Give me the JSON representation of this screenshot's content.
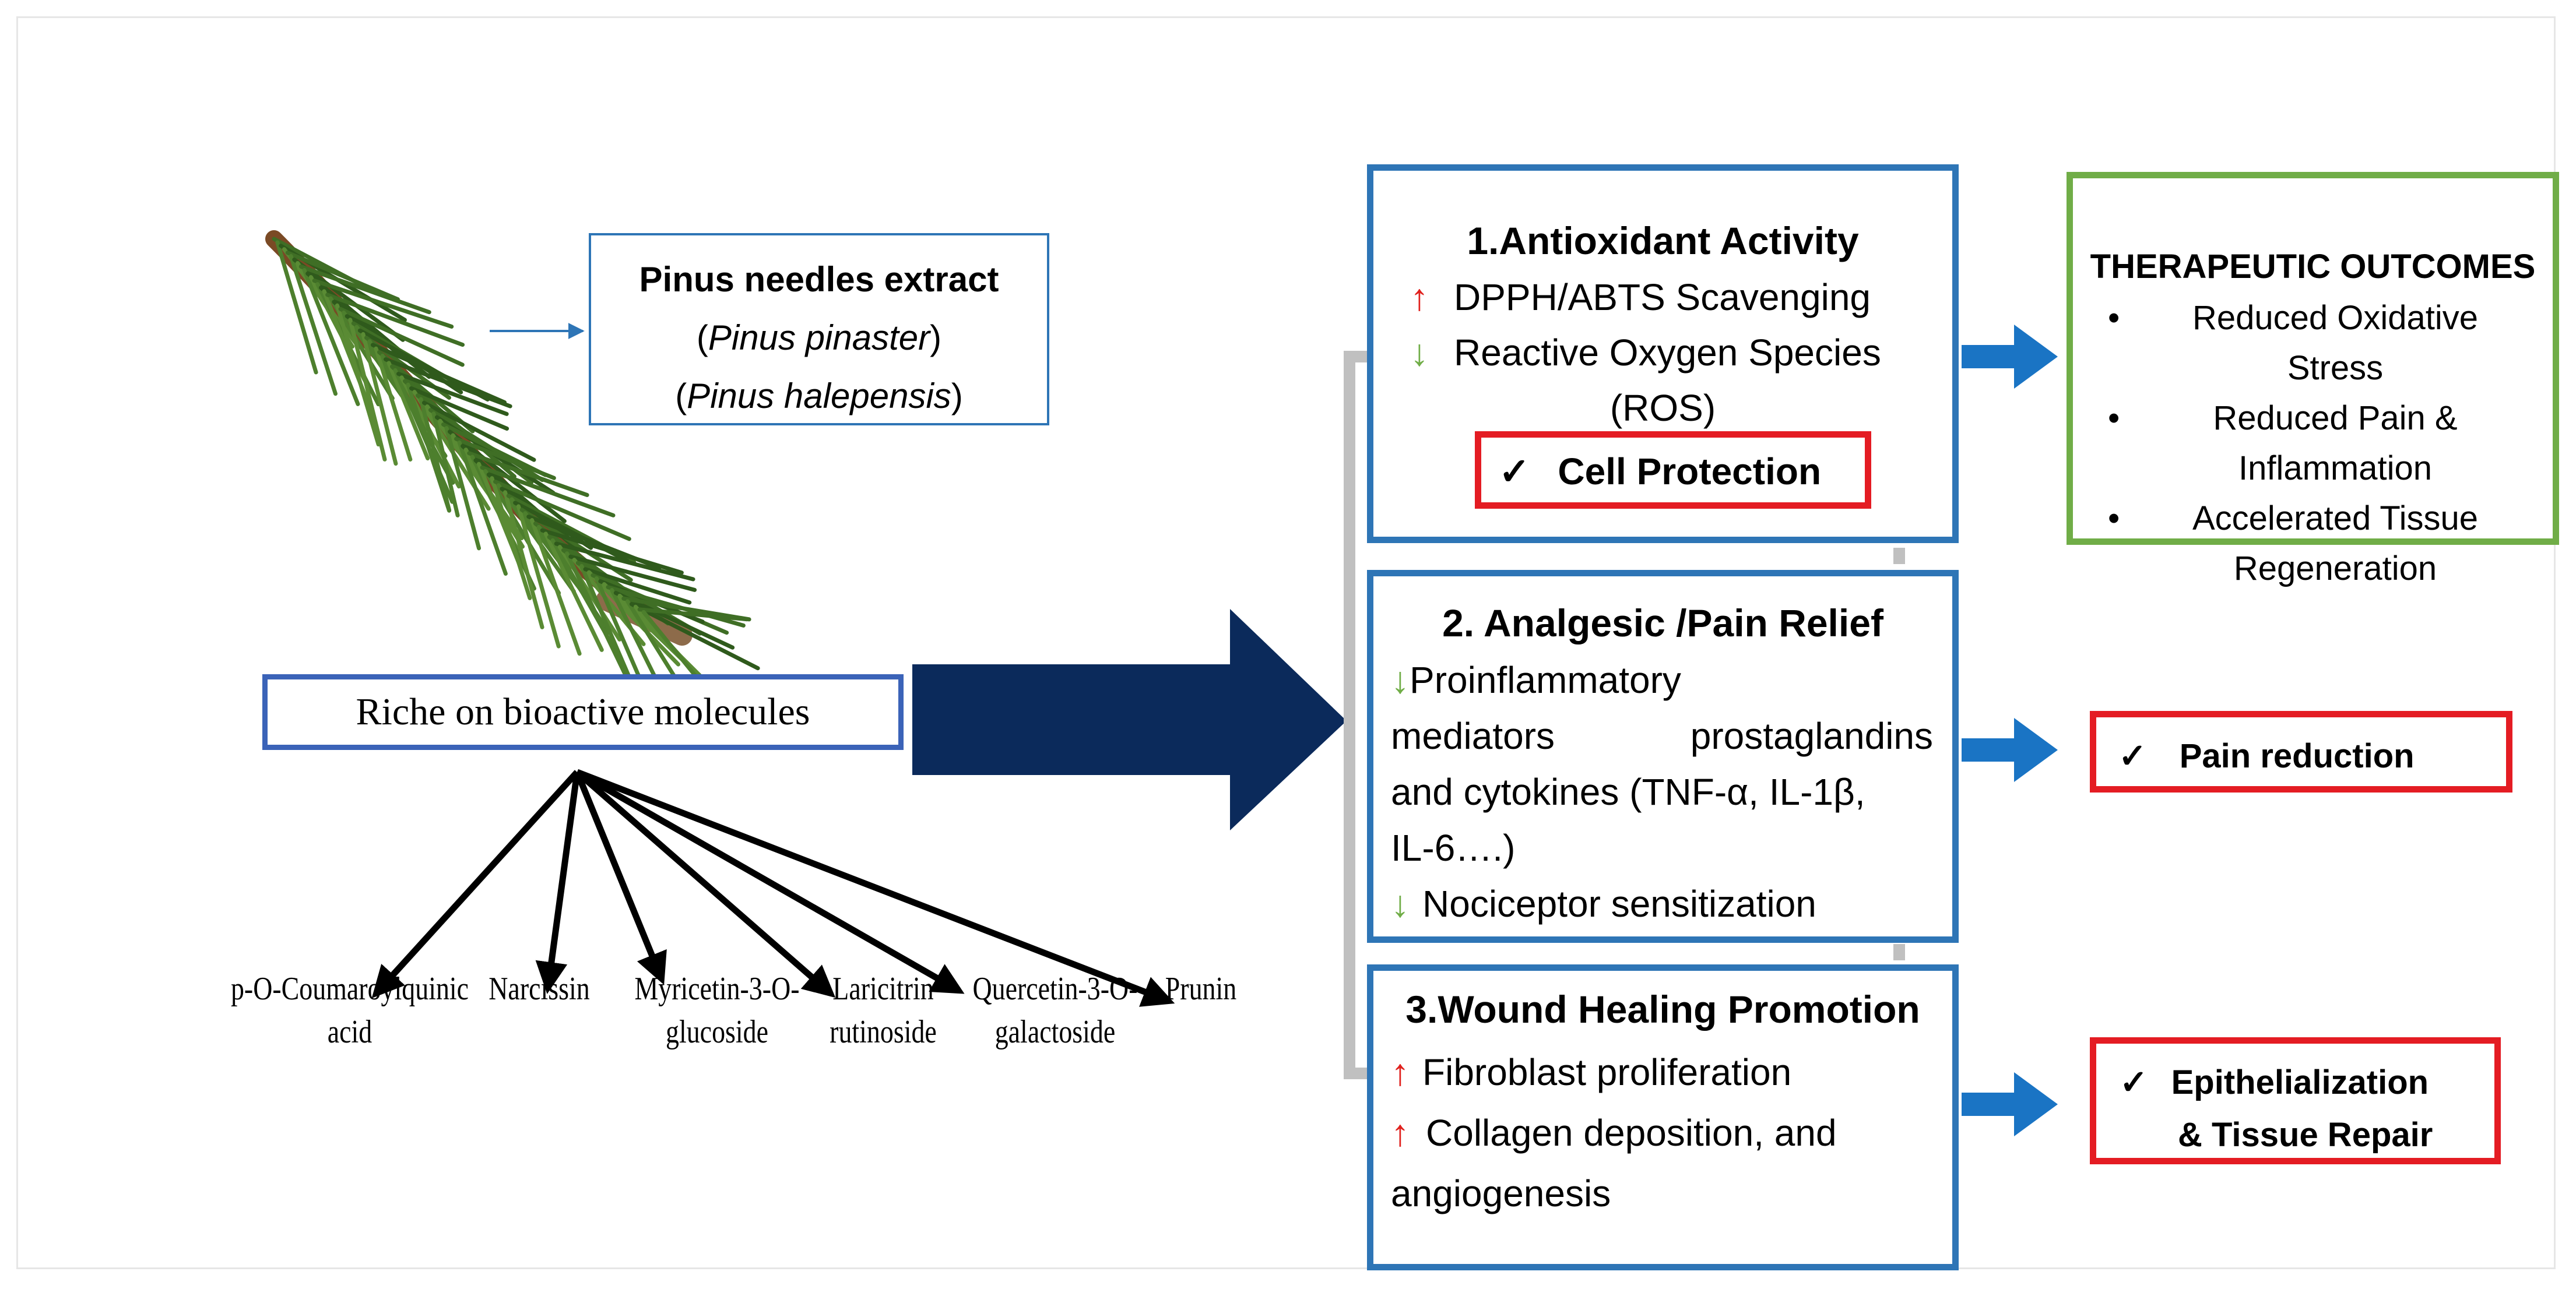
{
  "extract": {
    "title": "Pinus needles extract",
    "species": [
      "Pinus pinaster",
      "Pinus halepensis"
    ]
  },
  "rich_label": "Riche on bioactive molecules",
  "molecules": [
    [
      "p-O-Coumaroylquinic",
      "acid"
    ],
    [
      "Narcissin"
    ],
    [
      "Myricetin-3-O-",
      "glucoside"
    ],
    [
      "Laricitrin",
      "rutinoside"
    ],
    [
      "Quercetin-3-O-",
      "galactoside"
    ],
    [
      "Prunin"
    ]
  ],
  "activities": {
    "antioxidant": {
      "title": "1.Antioxidant Activity",
      "up": "DPPH/ABTS Scavenging",
      "down_1": "Reactive Oxygen Species",
      "down_2": "(ROS)",
      "result": "Cell Protection"
    },
    "analgesic": {
      "title": "2. Analgesic /Pain Relief",
      "l1": "Proinflammatory",
      "l2": "mediators prostaglandins",
      "l3": "and cytokines (TNF-α, IL-1β,",
      "l4": "IL-6….)",
      "l5": "Nociceptor sensitization"
    },
    "wound": {
      "title": "3.Wound Healing Promotion",
      "l1": "Fibroblast proliferation",
      "l2": "Collagen deposition, and",
      "l3": "angiogenesis"
    }
  },
  "outcomes": {
    "title": "THERAPEUTIC OUTCOMES",
    "items": [
      [
        "Reduced Oxidative",
        "Stress"
      ],
      [
        "Reduced Pain &",
        "Inflammation"
      ],
      [
        "Accelerated Tissue",
        "Regeneration"
      ]
    ]
  },
  "results": {
    "pain": "Pain reduction",
    "epi_1": "Epithelialization",
    "epi_2": "& Tissue Repair"
  },
  "symbols": {
    "check": "✓",
    "up_arrow": "↑",
    "down_arrow": "↓",
    "bullet": "•"
  },
  "colors": {
    "blue_border": "#2e75b6",
    "green_border": "#70ad47",
    "red_border": "#e41c23",
    "dark_arrow": "#0b2a5b",
    "up_red": "#e0201c",
    "down_green": "#70ad47"
  },
  "icons": {
    "plant": "pine-branch-icon"
  }
}
